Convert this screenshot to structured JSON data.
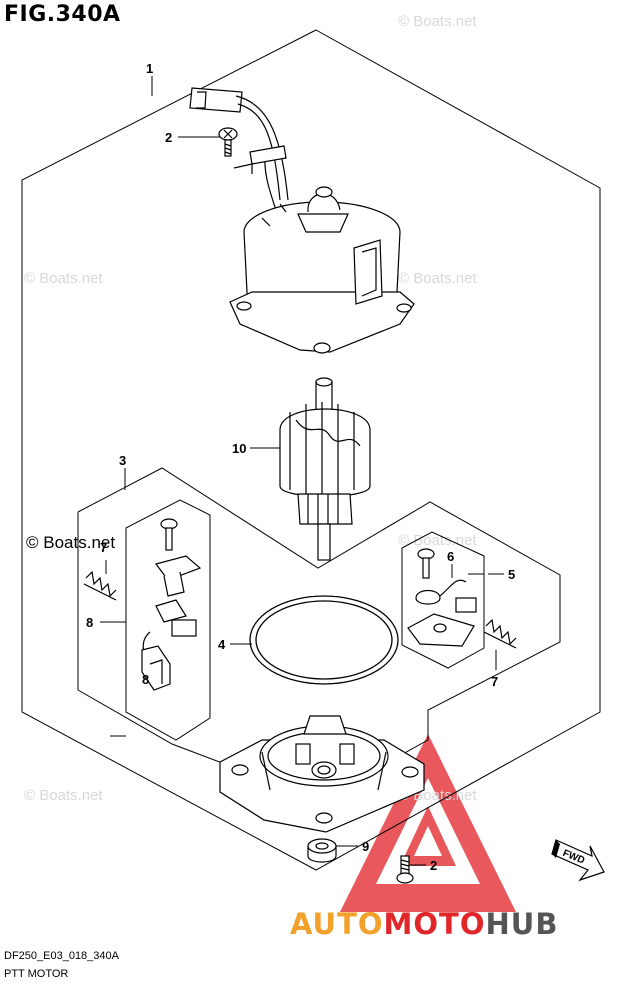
{
  "figure_label": "FIG.340A",
  "watermark_light": "© Boats.net",
  "watermark_dark": "© Boats.net",
  "fwd_label": "FWD",
  "brand": {
    "part1": "AUTO",
    "part2": "MOTO",
    "part3": "HUB",
    "color1": "#f2a12a",
    "color2": "#e1262a",
    "color3": "#555555"
  },
  "callouts": {
    "c1": "1",
    "c2a": "2",
    "c2b": "2",
    "c3": "3",
    "c4": "4",
    "c5": "5",
    "c6": "6",
    "c7a": "7",
    "c7b": "7",
    "c8a": "8",
    "c8b": "8",
    "c9": "9",
    "c10": "10"
  },
  "footer": {
    "code": "DF250_E03_018_340A",
    "caption": "PTT MOTOR"
  }
}
